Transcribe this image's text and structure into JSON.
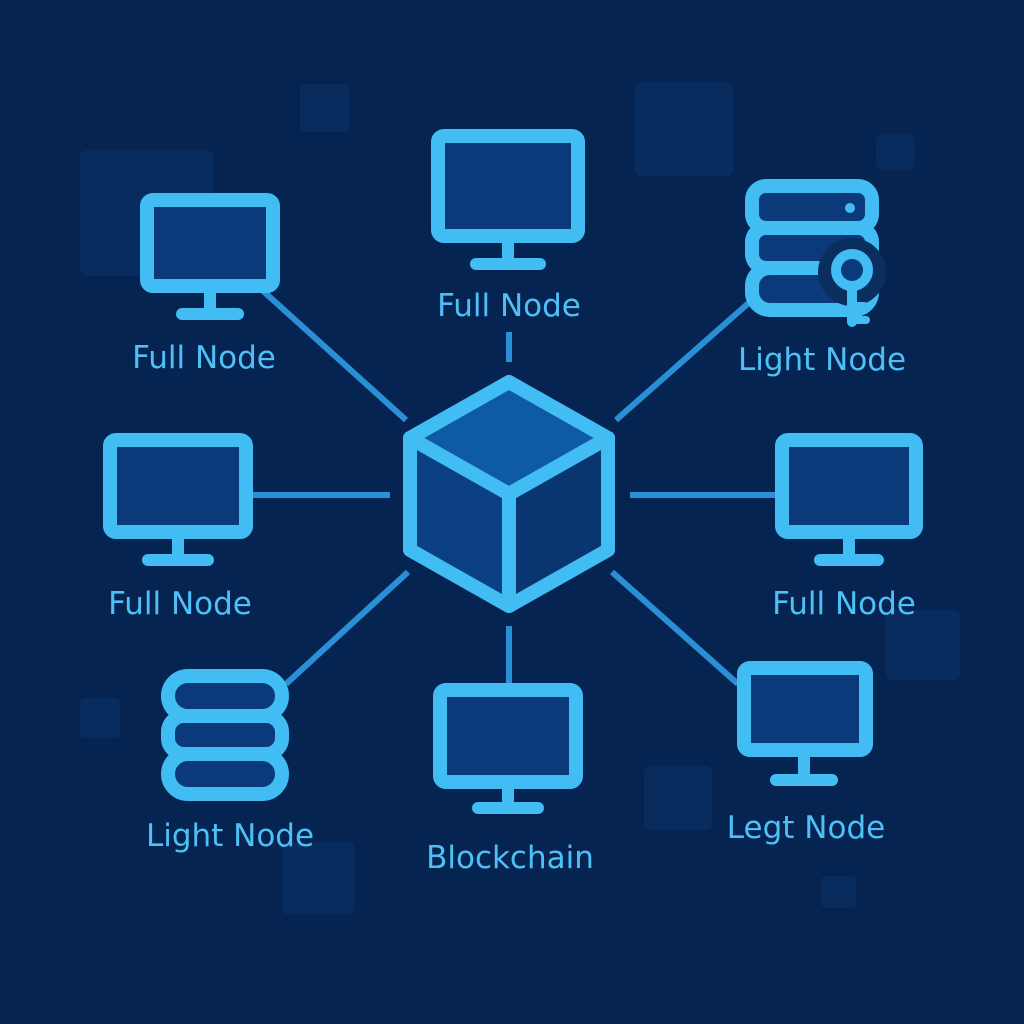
{
  "colors": {
    "background": "#062452",
    "accent": "#42bdf3",
    "icon_fill": "#0b3a7a",
    "connector": "#2a8fd6",
    "label": "#4fc0f5"
  },
  "center": {
    "icon": "cube-icon"
  },
  "nodes": [
    {
      "label": "Full Node",
      "icon": "monitor-icon"
    },
    {
      "label": "Full Node",
      "icon": "monitor-icon"
    },
    {
      "label": "Light Node",
      "icon": "database-key-icon"
    },
    {
      "label": "Full Node",
      "icon": "monitor-icon"
    },
    {
      "label": "Full Node",
      "icon": "monitor-icon"
    },
    {
      "label": "Light Node",
      "icon": "database-icon"
    },
    {
      "label": "Blockchain",
      "icon": "monitor-icon"
    },
    {
      "label": "Legt Node",
      "icon": "monitor-icon"
    }
  ]
}
